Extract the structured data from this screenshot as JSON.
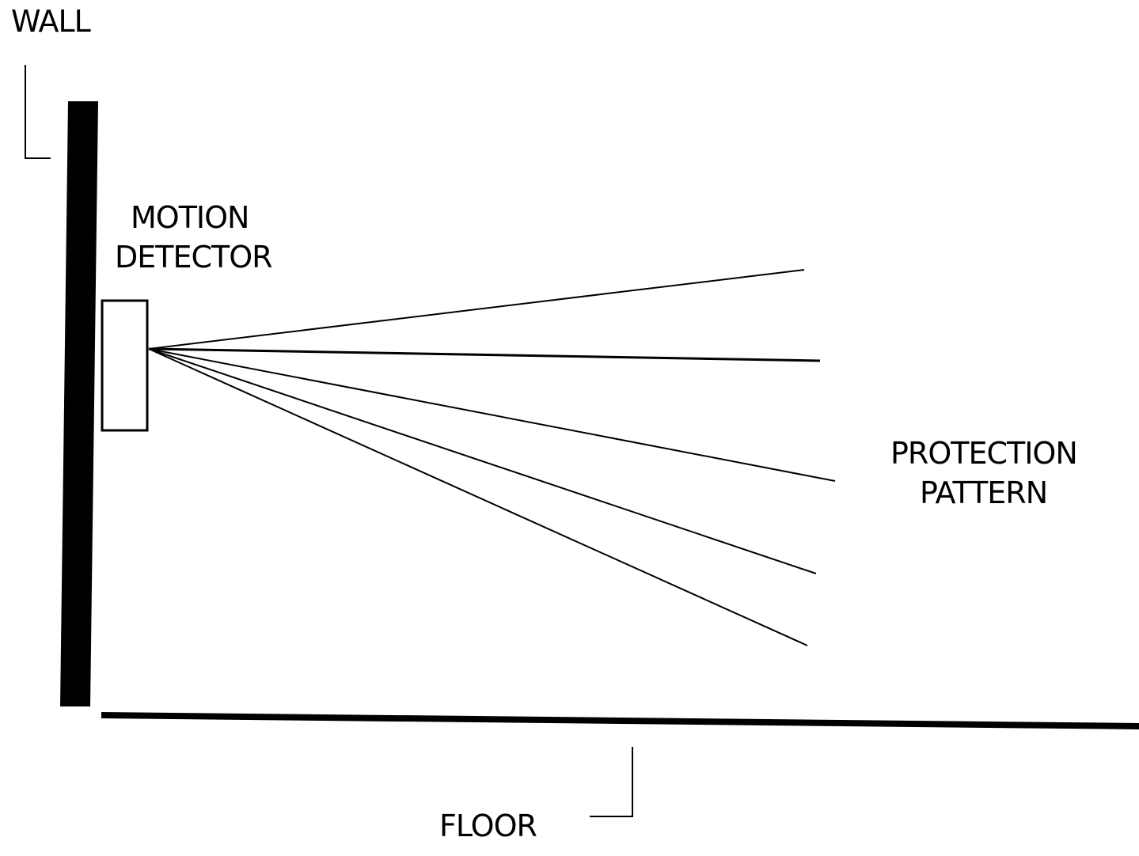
{
  "labels": {
    "wall": "WALL",
    "motion_detector_line1": "MOTION",
    "motion_detector_line2": "DETECTOR",
    "protection_pattern_line1": "PROTECTION",
    "protection_pattern_line2": "PATTERN",
    "floor": "FLOOR"
  },
  "colors": {
    "ink": "#000000",
    "background": "#ffffff"
  }
}
